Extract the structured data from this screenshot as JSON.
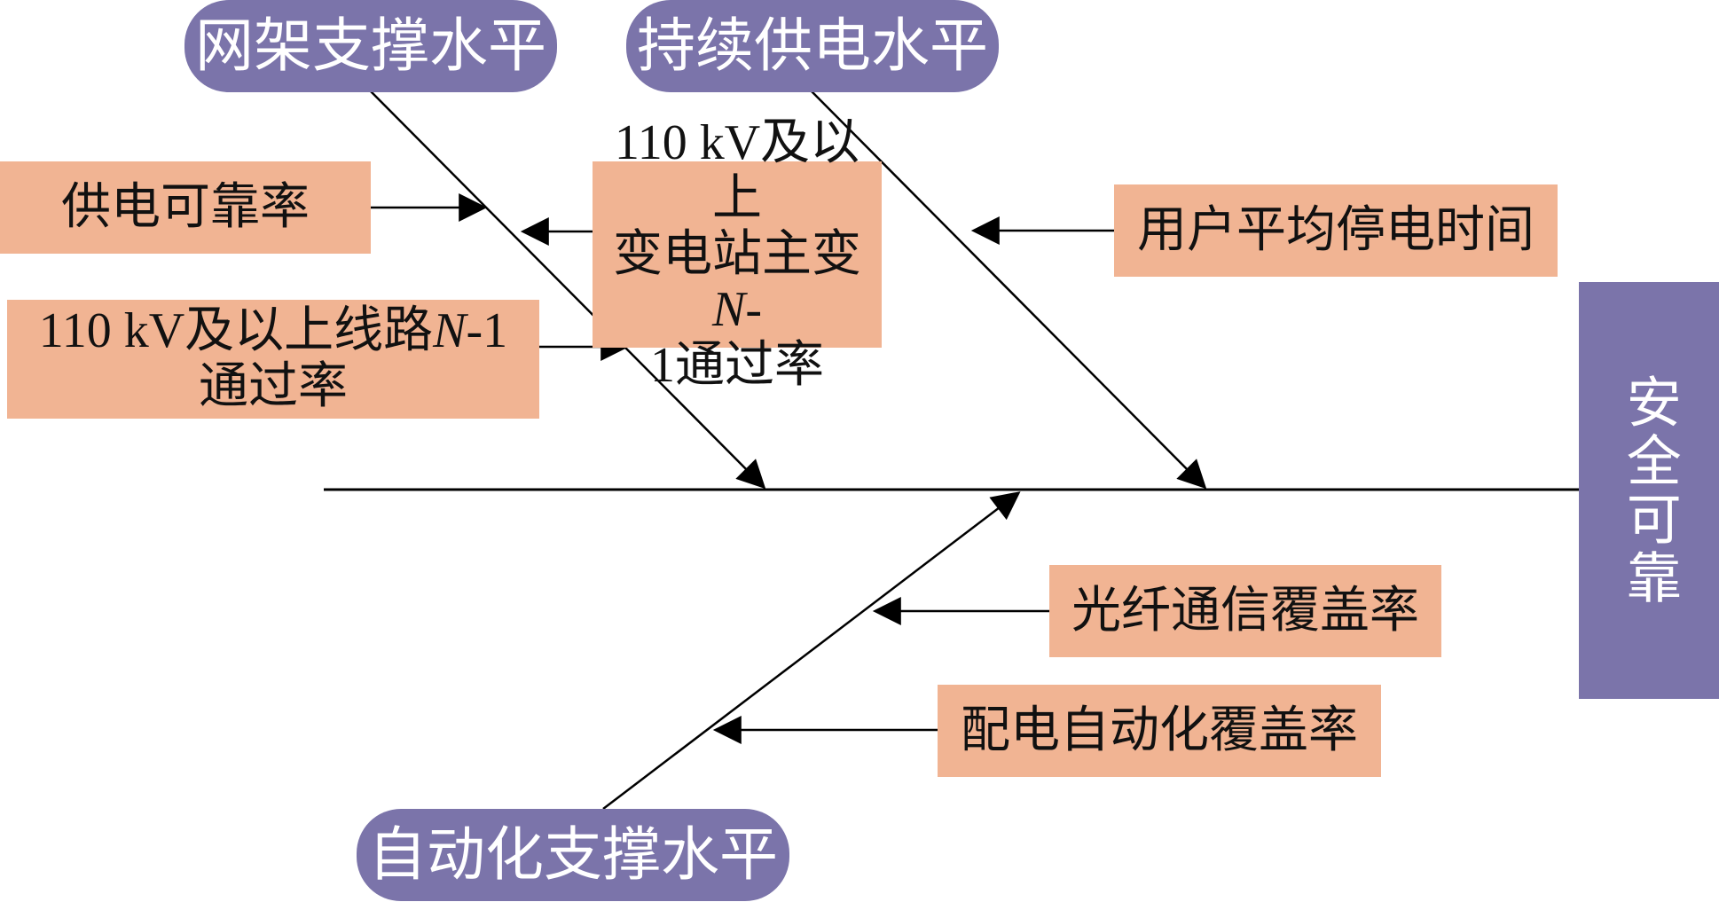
{
  "effect": {
    "label": "安全可靠"
  },
  "categories": {
    "grid_support": "网架支撑水平",
    "continuous_supply": "持续供电水平",
    "automation_support": "自动化支撑水平"
  },
  "causes": {
    "supply_reliability": "供电可靠率",
    "substation_n1": {
      "line1": "110 kV及以上",
      "line2_pre": "变电站主变",
      "line2_n": "N",
      "line2_post": "-",
      "line3": "1通过率"
    },
    "line_n1": {
      "line1_pre": "110 kV及以上线路",
      "line1_n": "N",
      "line1_post": "-1",
      "line2": "通过率"
    },
    "avg_outage_time": "用户平均停电时间",
    "fiber_coverage": "光纤通信覆盖率",
    "da_coverage": "配电自动化覆盖率"
  },
  "colors": {
    "category_fill": "#7b74aa",
    "cause_fill": "#f1b493",
    "line": "#000000"
  }
}
